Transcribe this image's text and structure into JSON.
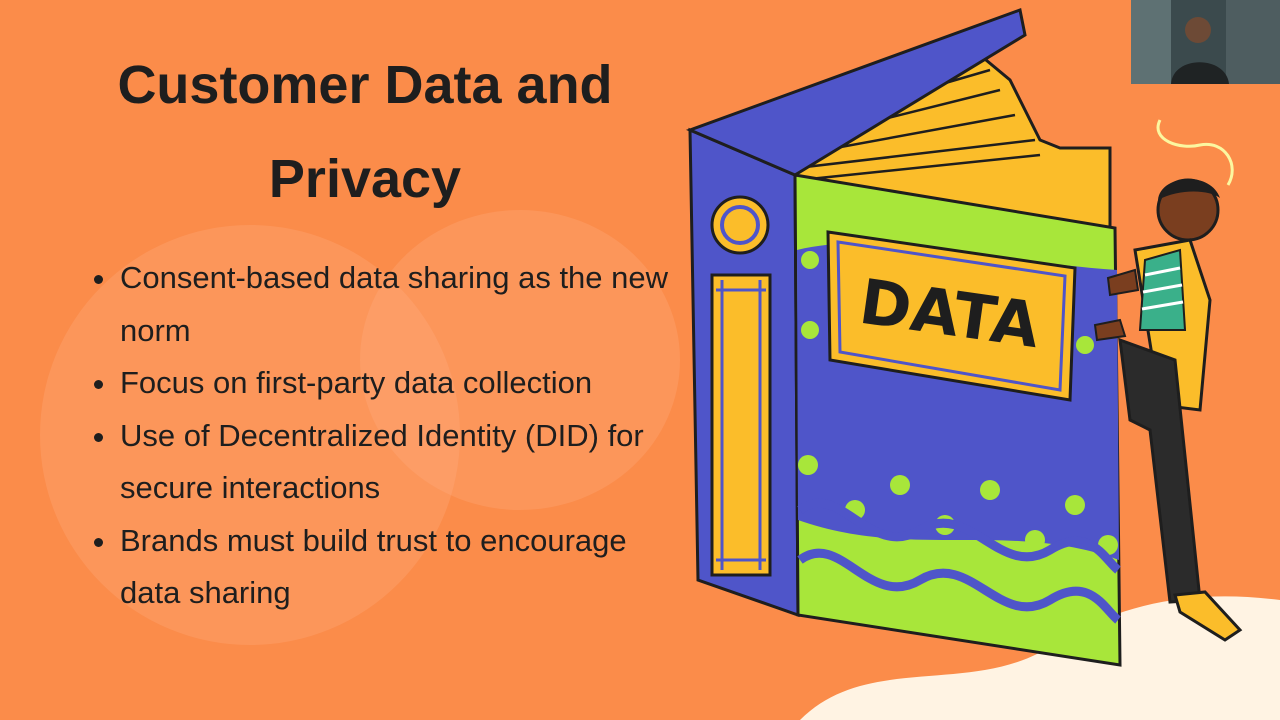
{
  "slide": {
    "title_line1": "Customer Data and",
    "title_line2": "Privacy",
    "bullets": [
      "Consent-based data sharing as the new norm",
      "Focus on first-party data collection",
      "Use of Decentralized Identity (DID) for secure interactions",
      "Brands must build trust to encourage data sharing"
    ],
    "illustration": {
      "book_label": "DATA"
    }
  },
  "colors": {
    "background": "#fb8c4a",
    "book_blue": "#4f55c9",
    "book_green": "#a8e63a",
    "book_yellow": "#fbbd2a",
    "text": "#1e1e1e"
  },
  "icons": [
    "data-book-illustration",
    "person-illustration",
    "webcam-thumbnail"
  ]
}
